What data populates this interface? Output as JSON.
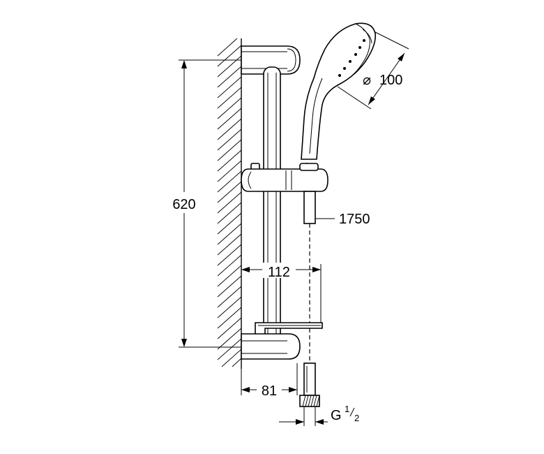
{
  "dimensions": {
    "bar_height": "620",
    "hose_length": "1750",
    "head_diameter_symbol": "⌀",
    "head_diameter_value": "100",
    "bracket_offset": "112",
    "wall_offset": "81",
    "thread_prefix": "G",
    "thread_numerator": "1",
    "thread_denominator": "2"
  }
}
